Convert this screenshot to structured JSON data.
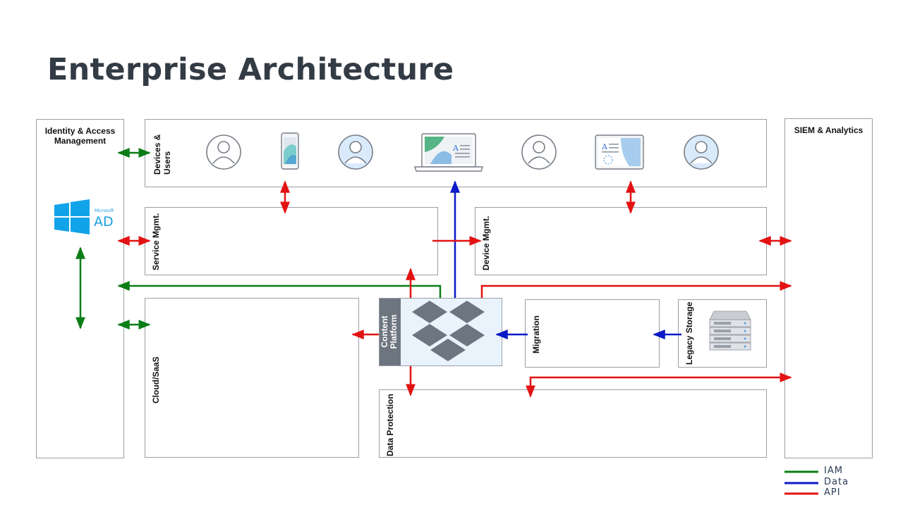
{
  "title": "Enterprise Architecture",
  "columns": {
    "iam": "Identity & Access Management",
    "siem": "SIEM & Analytics"
  },
  "blocks": {
    "devices_users": "Devices & Users",
    "service_mgmt": "Service Mgmt.",
    "device_mgmt": "Device Mgmt.",
    "cloud_saas": "Cloud/SaaS",
    "content_platform": "Content Platform",
    "migration": "Migration",
    "legacy_storage": "Legacy Storage",
    "data_protection": "Data Protection"
  },
  "ad_logo": {
    "small_text": "Microsoft",
    "big_text": "AD"
  },
  "device_icons": [
    "user-icon",
    "phone-icon",
    "user-icon",
    "laptop-icon",
    "user-icon",
    "tablet-icon",
    "user-icon"
  ],
  "colors": {
    "iam": "#0b7d17",
    "data": "#0b19c8",
    "api": "#e31212"
  },
  "legend": [
    {
      "label": "IAM",
      "color": "#0b7d17"
    },
    {
      "label": "Data",
      "color": "#0b19c8"
    },
    {
      "label": "API",
      "color": "#e31212"
    }
  ]
}
